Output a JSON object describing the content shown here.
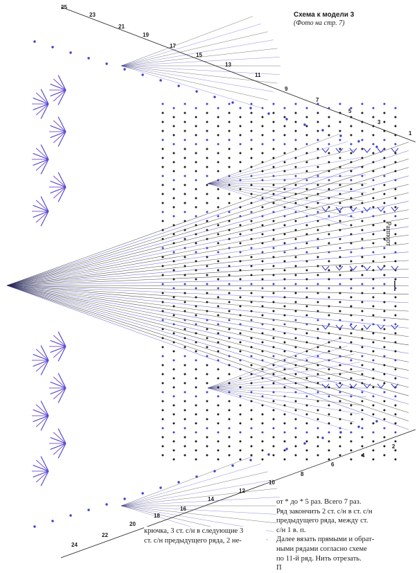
{
  "header": {
    "title": "Схема к модели 3",
    "subtitle": "(Фото на стр. 7)"
  },
  "side_label": "Раппорт",
  "top_row_numbers": [
    "25",
    "23",
    "21",
    "19",
    "17",
    "15",
    "13",
    "11",
    "9",
    "7",
    "5",
    "3",
    "1"
  ],
  "bottom_row_numbers": [
    "24",
    "22",
    "20",
    "18",
    "16",
    "14",
    "12",
    "10",
    "8",
    "6",
    "4",
    "2"
  ],
  "text_left": [
    "крючка, 3 ст. с/н в следующие 3",
    "ст. с/н предыдущего ряда, 2 не-"
  ],
  "text_right": [
    "от * до * 5 раз. Всего 7 раз.",
    "Ряд закончить 2 ст. с/н в ст. с/н",
    "предыдущего ряда, между ст.",
    "с/н 1 в. п.",
    "Далее вязать прямыми и обрат-",
    "ными рядами согласно схеме",
    "по 11-й ряд. Нить отрезать.",
    "П"
  ],
  "colors": {
    "ink": "#1b1b1b",
    "stitch_blue": "#3d3fd0",
    "stitch_purple": "#8a5ad6"
  }
}
